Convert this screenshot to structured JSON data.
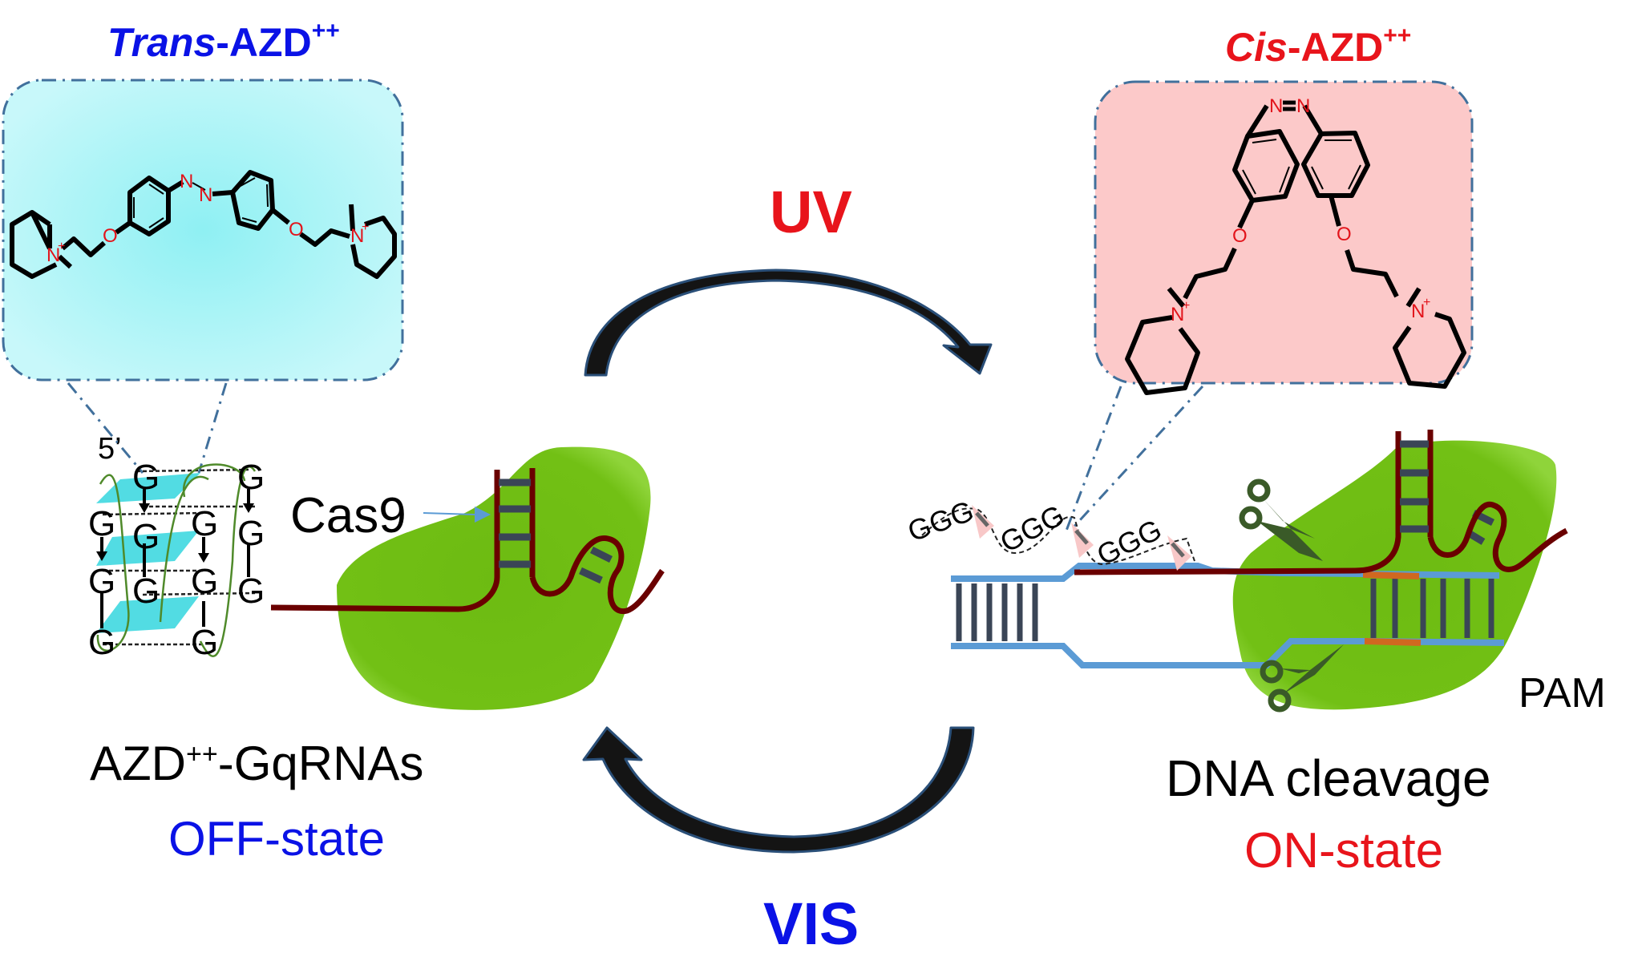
{
  "figure": {
    "trans_title": {
      "italic": "Trans",
      "rest": "-AZD",
      "sup": "++"
    },
    "cis_title": {
      "italic": "Cis",
      "rest": "-AZD",
      "sup": "++"
    },
    "uv_label": "UV",
    "vis_label": "VIS",
    "cas9_label": "Cas9",
    "pam_label": "PAM",
    "five_prime_label": "5’",
    "left_caption": {
      "main": "AZD",
      "sup": "++",
      "suffix": "-GqRNAs",
      "state": "OFF-state"
    },
    "right_caption": {
      "main": "DNA cleavage",
      "state": "ON-state"
    },
    "g_letter": "G",
    "ggg_label": "GGG",
    "atoms": {
      "nitrogen": "N",
      "oxygen": "O",
      "nitrogen_cation": "N",
      "plus": "+"
    },
    "colors": {
      "trans_blue": "#0a12e6",
      "cis_red": "#e8141b",
      "trans_box_fill": "#a6f5f7",
      "cis_box_fill": "#fcc9c9",
      "box_border": "#41709c",
      "cas9_green": "#6fbd13",
      "rna_dark_red": "#6a0000",
      "dna_blue": "#5b9bd5",
      "base_pair_slate": "#3a4556",
      "pam_orange": "#d06820",
      "scissors_green": "#3a5a28",
      "arrow_black": "#141414",
      "quartet_cyan": "#3fd8e0"
    }
  }
}
